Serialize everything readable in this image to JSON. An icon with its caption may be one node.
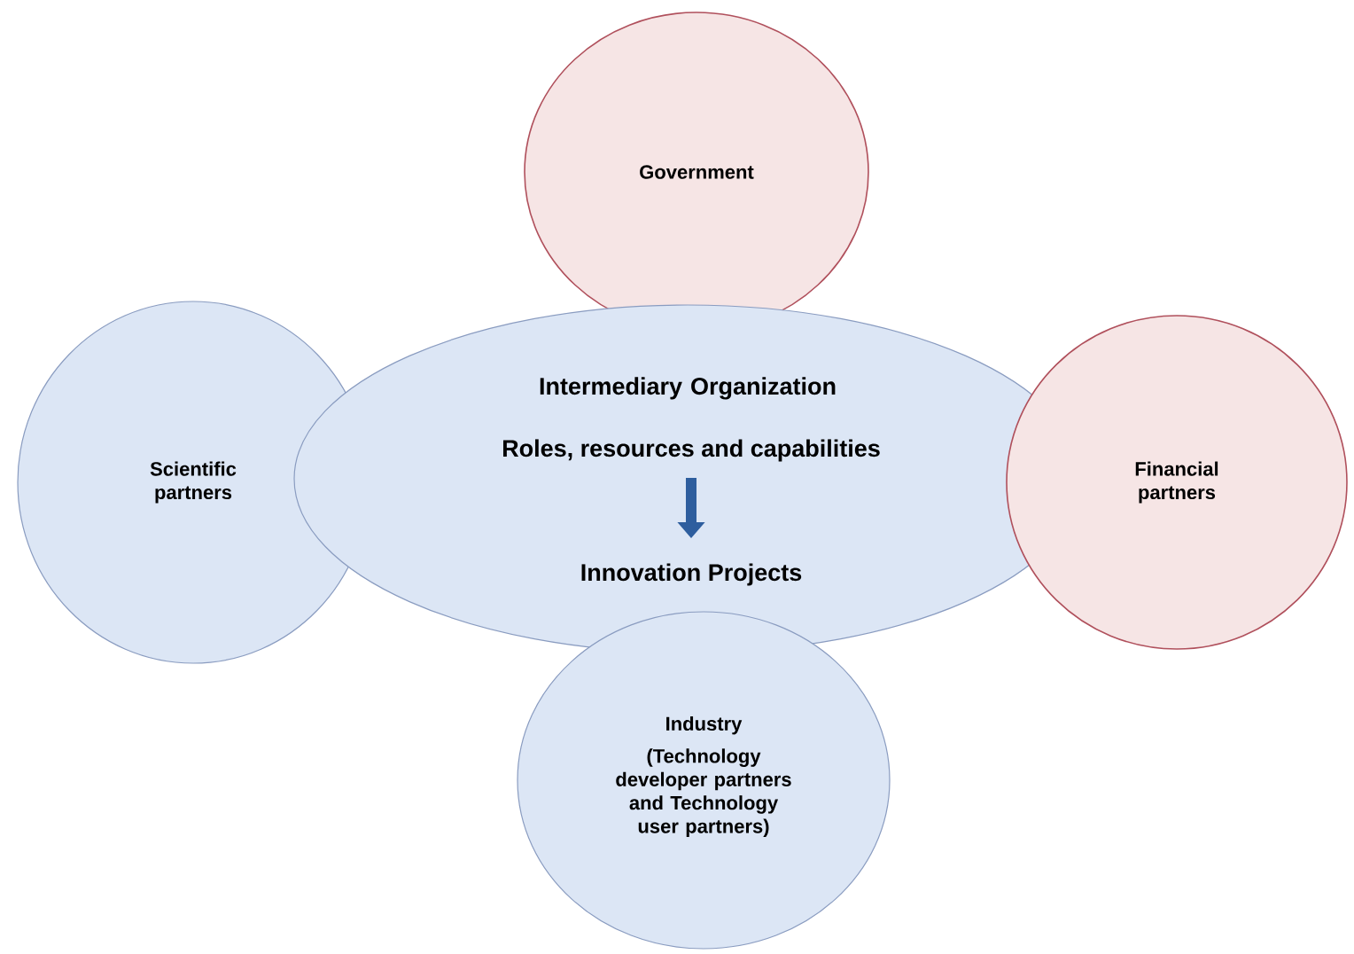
{
  "diagram": {
    "nodes": [
      {
        "text": [
          "Government"
        ]
      },
      {
        "text": [
          "Scientific partners"
        ]
      },
      {
        "text": [
          "Intermediary Organization"
        ]
      },
      {
        "text": [
          "Roles, resources and capabilities"
        ],
        "in": 2
      },
      {
        "text": [
          "Innovation Projects"
        ],
        "in": 2
      },
      {
        "text": [
          "Financial partners"
        ]
      },
      {
        "text": [
          "Industry",
          "(Technology developer partners and Technology user partners)"
        ]
      }
    ],
    "edges": [
      {
        "from": 3,
        "to": 4,
        "arrow": "to"
      }
    ]
  }
}
